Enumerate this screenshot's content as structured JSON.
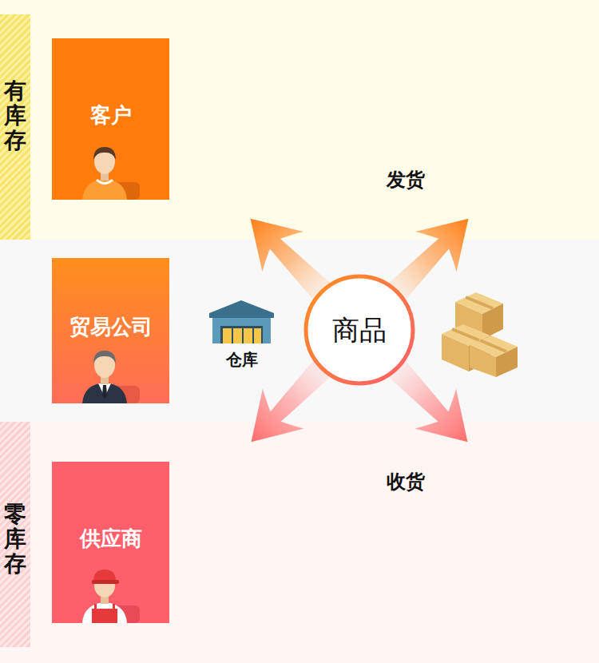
{
  "diagram": {
    "nodes": [
      {
        "text": [
          "有库存"
        ]
      },
      {
        "text": [
          "客户"
        ]
      },
      {
        "text": [
          "贸易公司"
        ]
      },
      {
        "text": [
          "商品"
        ]
      },
      {
        "text": [
          "零库存"
        ]
      },
      {
        "text": [
          "供应商"
        ]
      }
    ],
    "labels": [
      "发货",
      "仓库",
      "收货"
    ]
  }
}
